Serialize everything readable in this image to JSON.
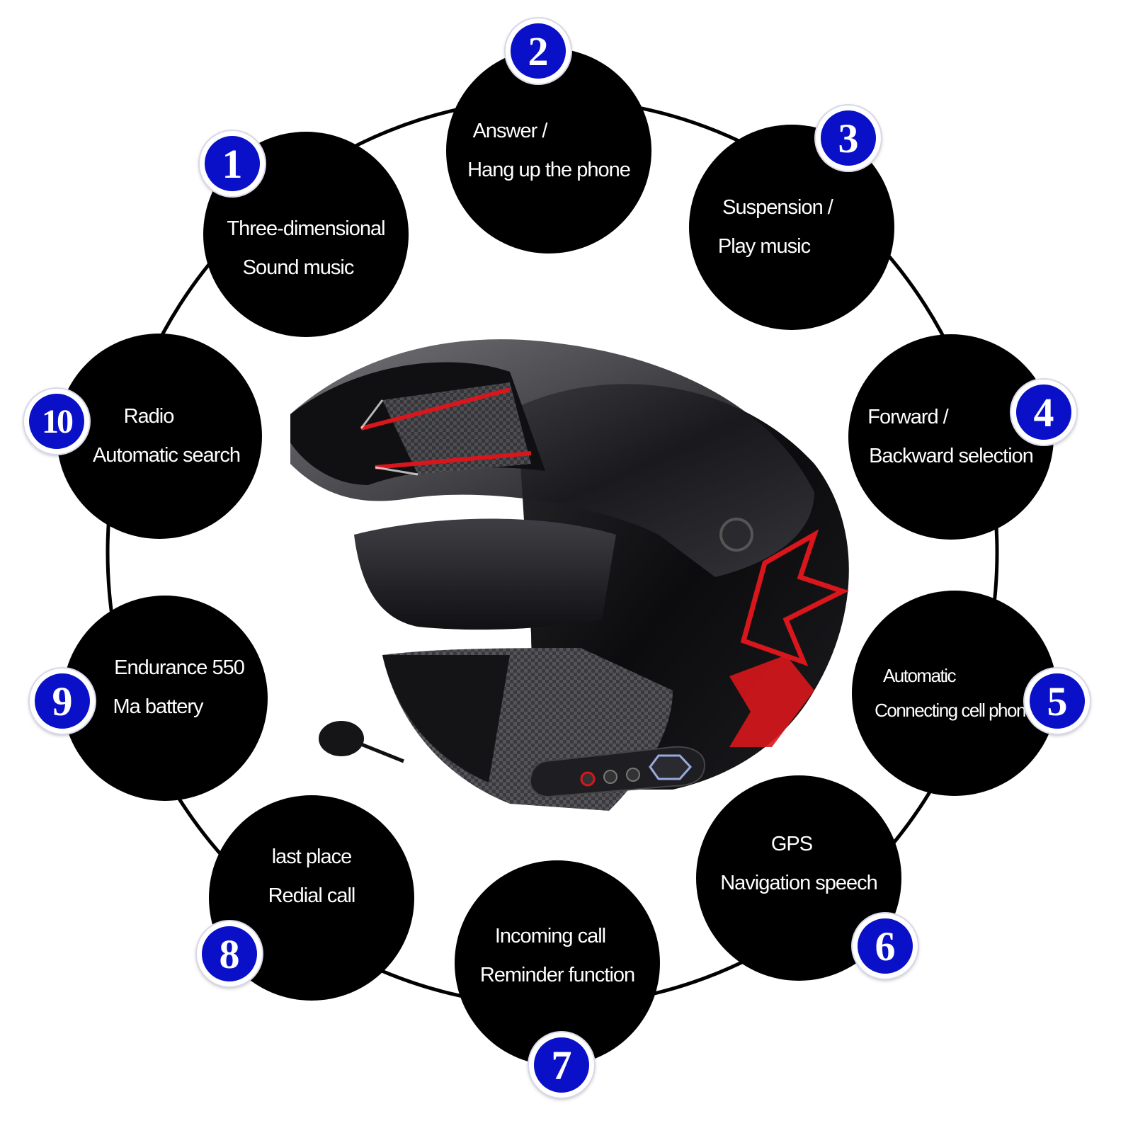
{
  "colors": {
    "disc": "#000000",
    "badge": "#0a10c8",
    "ring": "#000000",
    "accent_red": "#d8161c"
  },
  "center_image": "motorcycle-helmet-with-bluetooth-headset",
  "features": [
    {
      "number": "1",
      "lines": [
        "Three-dimensional",
        "Sound music"
      ]
    },
    {
      "number": "2",
      "lines": [
        "Answer /",
        "Hang up the phone"
      ]
    },
    {
      "number": "3",
      "lines": [
        "Suspension /",
        "Play music"
      ]
    },
    {
      "number": "4",
      "lines": [
        "Forward /",
        "Backward selection"
      ]
    },
    {
      "number": "5",
      "lines": [
        "Automatic",
        "Connecting cell phone"
      ]
    },
    {
      "number": "6",
      "lines": [
        "GPS",
        "Navigation speech"
      ]
    },
    {
      "number": "7",
      "lines": [
        "Incoming call",
        "Reminder function"
      ]
    },
    {
      "number": "8",
      "lines": [
        "last place",
        "Redial call"
      ]
    },
    {
      "number": "9",
      "lines": [
        "Endurance 550",
        "Ma battery"
      ]
    },
    {
      "number": "10",
      "lines": [
        "Radio",
        "Automatic search"
      ]
    }
  ]
}
